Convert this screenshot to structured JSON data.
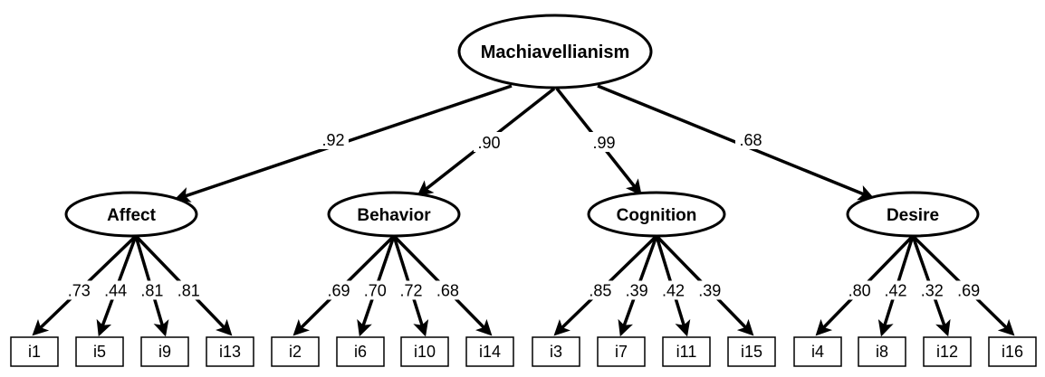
{
  "root": {
    "label": "Machiavellianism"
  },
  "factors": [
    {
      "id": "affect",
      "label": "Affect",
      "loading": ".92",
      "items": [
        {
          "label": "i1",
          "loading": ".73"
        },
        {
          "label": "i5",
          "loading": ".44"
        },
        {
          "label": "i9",
          "loading": ".81"
        },
        {
          "label": "i13",
          "loading": ".81"
        }
      ]
    },
    {
      "id": "behavior",
      "label": "Behavior",
      "loading": ".90",
      "items": [
        {
          "label": "i2",
          "loading": ".69"
        },
        {
          "label": "i6",
          "loading": ".70"
        },
        {
          "label": "i10",
          "loading": ".72"
        },
        {
          "label": "i14",
          "loading": ".68"
        }
      ]
    },
    {
      "id": "cognition",
      "label": "Cognition",
      "loading": ".99",
      "items": [
        {
          "label": "i3",
          "loading": ".85"
        },
        {
          "label": "i7",
          "loading": ".39"
        },
        {
          "label": "i11",
          "loading": ".42"
        },
        {
          "label": "i15",
          "loading": ".39"
        }
      ]
    },
    {
      "id": "desire",
      "label": "Desire",
      "loading": ".68",
      "items": [
        {
          "label": "i4",
          "loading": ".80"
        },
        {
          "label": "i8",
          "loading": ".42"
        },
        {
          "label": "i12",
          "loading": ".32"
        },
        {
          "label": "i16",
          "loading": ".69"
        }
      ]
    }
  ]
}
